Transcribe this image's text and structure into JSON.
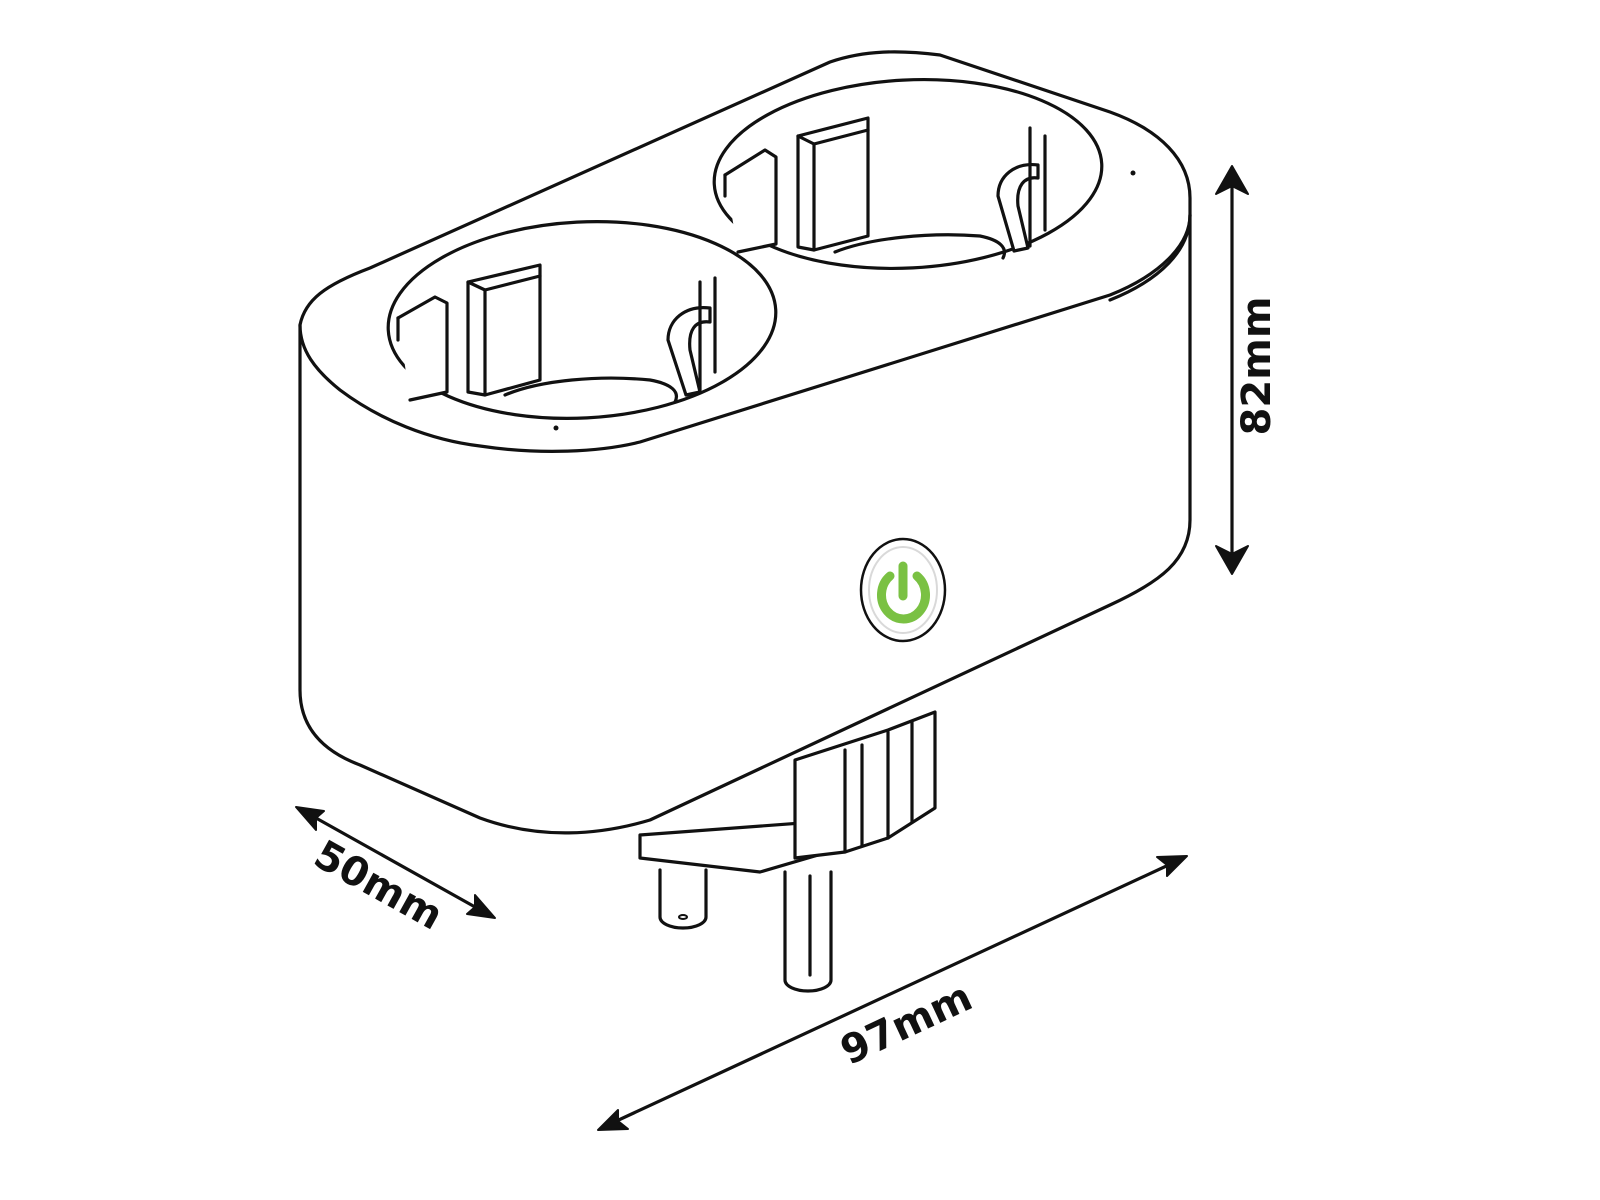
{
  "dimensions": {
    "height_label": "82mm",
    "depth_label": "50mm",
    "width_label": "97mm"
  },
  "colors": {
    "line": "#111111",
    "background": "#ffffff",
    "power_accent": "#7ac143"
  },
  "icons": {
    "power_button": "power-icon"
  }
}
